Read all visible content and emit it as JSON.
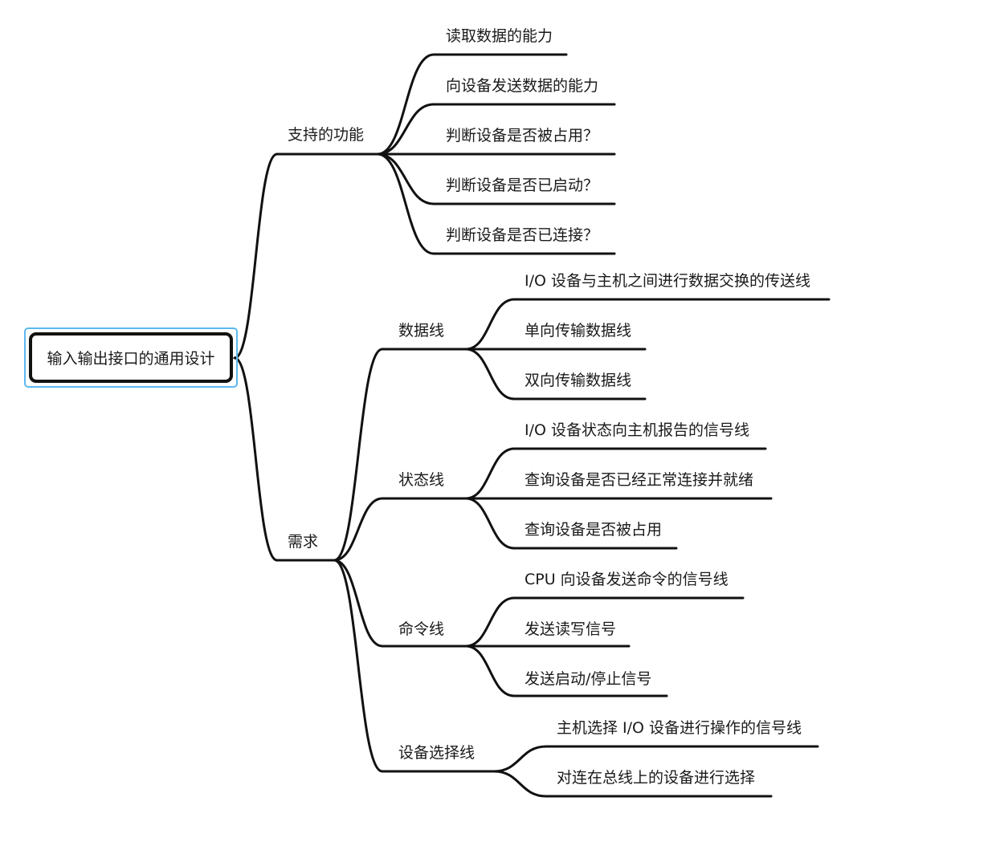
{
  "mindmap": {
    "root": "输入输出接口的通用设计",
    "branches": [
      {
        "label": "支持的功能",
        "children": [
          "读取数据的能力",
          "向设备发送数据的能力",
          "判断设备是否被占用？",
          "判断设备是否已启动？",
          "判断设备是否已连接？"
        ]
      },
      {
        "label": "需求",
        "children": [
          {
            "label": "数据线",
            "children": [
              "I/O 设备与主机之间进行数据交换的传送线",
              "单向传输数据线",
              "双向传输数据线"
            ]
          },
          {
            "label": "状态线",
            "children": [
              "I/O 设备状态向主机报告的信号线",
              "查询设备是否已经正常连接并就绪",
              "查询设备是否被占用"
            ]
          },
          {
            "label": "命令线",
            "children": [
              "CPU 向设备发送命令的信号线",
              "发送读写信号",
              "发送启动/停止信号"
            ]
          },
          {
            "label": "设备选择线",
            "children": [
              "主机选择 I/O 设备进行操作的信号线",
              "对连在总线上的设备进行选择"
            ]
          }
        ]
      }
    ]
  },
  "colors": {
    "line": "#111111",
    "selection": "#5bb8f0"
  }
}
